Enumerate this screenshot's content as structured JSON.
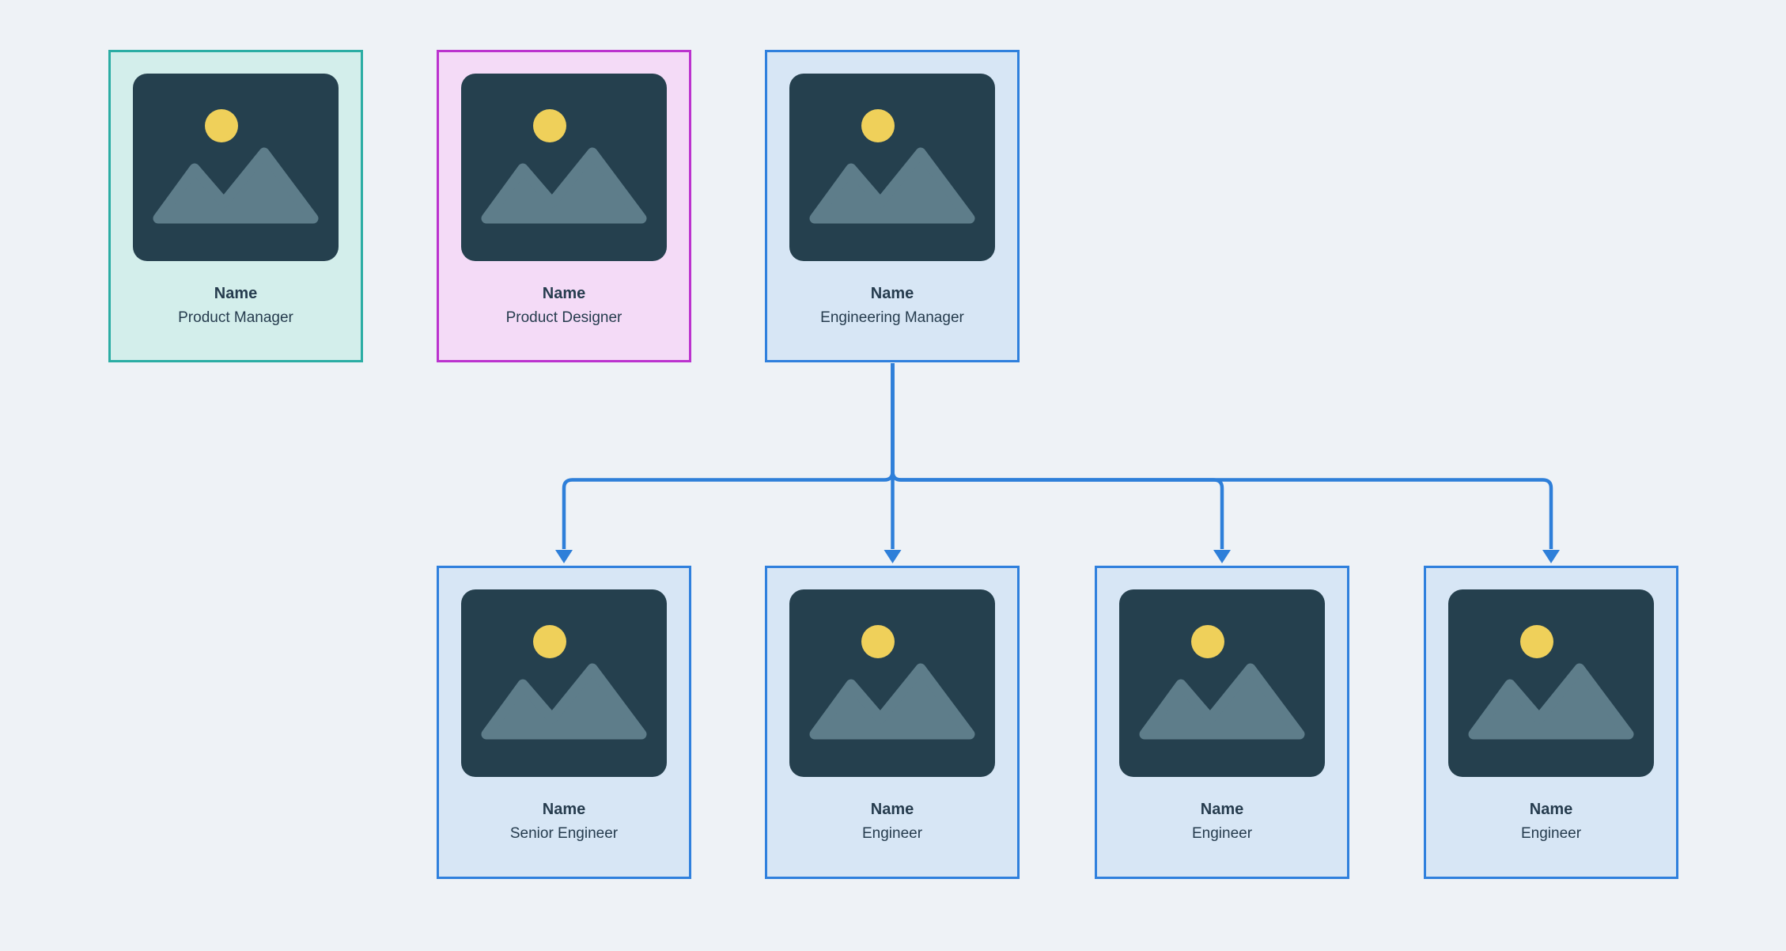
{
  "page": {
    "background_color": "#EEF2F6",
    "text_color": "#263C4E"
  },
  "org_chart": {
    "cards": [
      {
        "id": "product-manager",
        "name": "Name",
        "role": "Product Manager",
        "theme": "teal"
      },
      {
        "id": "product-designer",
        "name": "Name",
        "role": "Product Designer",
        "theme": "magenta"
      },
      {
        "id": "engineering-manager",
        "name": "Name",
        "role": "Engineering Manager",
        "theme": "blue"
      },
      {
        "id": "senior-engineer",
        "name": "Name",
        "role": "Senior Engineer",
        "theme": "blue"
      },
      {
        "id": "engineer-1",
        "name": "Name",
        "role": "Engineer",
        "theme": "blue"
      },
      {
        "id": "engineer-2",
        "name": "Name",
        "role": "Engineer",
        "theme": "blue"
      },
      {
        "id": "engineer-3",
        "name": "Name",
        "role": "Engineer",
        "theme": "blue"
      }
    ],
    "themes": {
      "teal": {
        "border": "#2BADA4",
        "background": "#D3EEEB"
      },
      "magenta": {
        "border": "#BB33CE",
        "background": "#F4DBF7"
      },
      "blue": {
        "border": "#2F80DD",
        "background": "#D7E6F5"
      }
    },
    "placeholder_icon": {
      "name": "image-placeholder-icon",
      "background": "#25404E",
      "sun_color": "#EFD05A",
      "mountain_color": "#5E7D8A"
    },
    "connectors": {
      "color": "#2E7FD9",
      "from": "engineering-manager",
      "to": [
        "senior-engineer",
        "engineer-1",
        "engineer-2",
        "engineer-3"
      ]
    }
  }
}
